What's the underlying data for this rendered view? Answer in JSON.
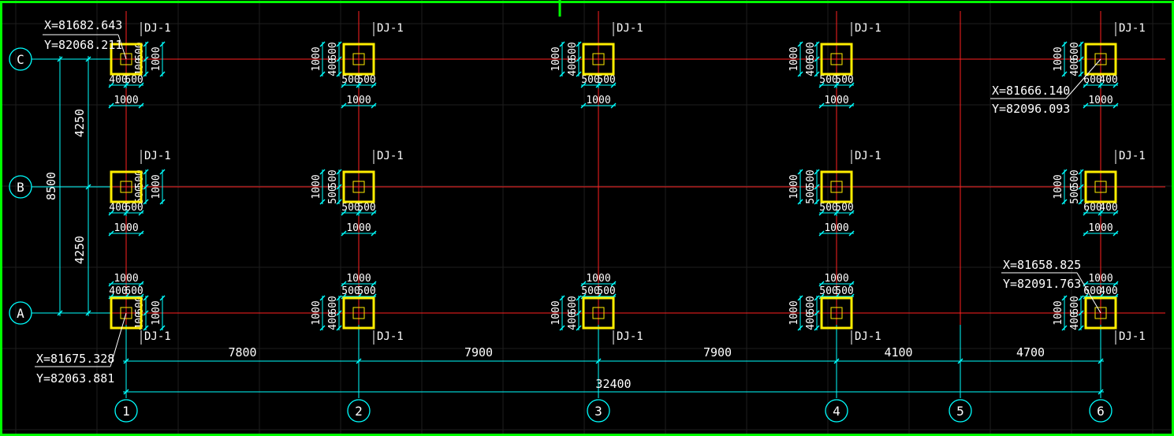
{
  "drawing": {
    "colors": {
      "background": "#000000",
      "grid_line": "#ff2020",
      "footing": "#ffee00",
      "dimension": "#00ffff",
      "annotation_text": "#ffffff",
      "grid_bubble": "#00ffff",
      "viewport_border": "#00ff00",
      "background_grid": "#1e1e1e"
    },
    "footing_label": "DJ-1",
    "axes_rows": [
      {
        "id": "row-C",
        "label": "C"
      },
      {
        "id": "row-B",
        "label": "B"
      },
      {
        "id": "row-A",
        "label": "A"
      }
    ],
    "axes_cols": [
      {
        "id": "col-1",
        "label": "1"
      },
      {
        "id": "col-2",
        "label": "2"
      },
      {
        "id": "col-3",
        "label": "3"
      },
      {
        "id": "col-4",
        "label": "4"
      },
      {
        "id": "col-5",
        "label": "5"
      },
      {
        "id": "col-6",
        "label": "6"
      }
    ],
    "row_spacings": [
      "4250",
      "4250"
    ],
    "row_total": "8500",
    "col_spacings": [
      "7800",
      "7900",
      "7900",
      "4100",
      "4700"
    ],
    "col_total": "32400",
    "footings": [
      {
        "id": "C1",
        "row": "row-C",
        "col": "col-1",
        "top_dims": [],
        "bottom_dims": [
          "400",
          "600",
          "1000"
        ],
        "right_dims": [
          "600",
          "400",
          "1000"
        ],
        "left_dims": []
      },
      {
        "id": "C2",
        "row": "row-C",
        "col": "col-2",
        "top_dims": [],
        "bottom_dims": [
          "500",
          "500",
          "1000"
        ],
        "right_dims": [],
        "left_dims": [
          "1000",
          "600",
          "400"
        ]
      },
      {
        "id": "C3",
        "row": "row-C",
        "col": "col-3",
        "top_dims": [],
        "bottom_dims": [
          "500",
          "500",
          "1000"
        ],
        "right_dims": [],
        "left_dims": [
          "1000",
          "600",
          "400"
        ]
      },
      {
        "id": "C4",
        "row": "row-C",
        "col": "col-4",
        "top_dims": [],
        "bottom_dims": [
          "500",
          "500",
          "1000"
        ],
        "right_dims": [],
        "left_dims": [
          "1000",
          "600",
          "400"
        ]
      },
      {
        "id": "C6",
        "row": "row-C",
        "col": "col-6",
        "top_dims": [],
        "bottom_dims": [
          "600",
          "400",
          "1000"
        ],
        "right_dims": [],
        "left_dims": [
          "1000",
          "600",
          "400"
        ]
      },
      {
        "id": "B1",
        "row": "row-B",
        "col": "col-1",
        "top_dims": [],
        "bottom_dims": [
          "400",
          "600",
          "1000"
        ],
        "right_dims": [
          "500",
          "500",
          "1000"
        ],
        "left_dims": []
      },
      {
        "id": "B2",
        "row": "row-B",
        "col": "col-2",
        "top_dims": [],
        "bottom_dims": [
          "500",
          "500",
          "1000"
        ],
        "right_dims": [],
        "left_dims": [
          "1000",
          "500",
          "500"
        ]
      },
      {
        "id": "B4",
        "row": "row-B",
        "col": "col-4",
        "top_dims": [],
        "bottom_dims": [
          "500",
          "500",
          "1000"
        ],
        "right_dims": [],
        "left_dims": [
          "1000",
          "500",
          "500"
        ]
      },
      {
        "id": "B6",
        "row": "row-B",
        "col": "col-6",
        "top_dims": [],
        "bottom_dims": [
          "600",
          "400",
          "1000"
        ],
        "right_dims": [],
        "left_dims": [
          "1000",
          "500",
          "500"
        ]
      },
      {
        "id": "A1",
        "row": "row-A",
        "col": "col-1",
        "top_dims": [
          "1000",
          "400",
          "600"
        ],
        "bottom_dims": [],
        "right_dims": [
          "600",
          "400",
          "1000"
        ],
        "left_dims": []
      },
      {
        "id": "A2",
        "row": "row-A",
        "col": "col-2",
        "top_dims": [
          "1000",
          "500",
          "500"
        ],
        "bottom_dims": [],
        "right_dims": [],
        "left_dims": [
          "1000",
          "600",
          "400"
        ]
      },
      {
        "id": "A3",
        "row": "row-A",
        "col": "col-3",
        "top_dims": [
          "1000",
          "500",
          "500"
        ],
        "bottom_dims": [],
        "right_dims": [],
        "left_dims": [
          "1000",
          "600",
          "400"
        ]
      },
      {
        "id": "A4",
        "row": "row-A",
        "col": "col-4",
        "top_dims": [
          "1000",
          "500",
          "500"
        ],
        "bottom_dims": [],
        "right_dims": [],
        "left_dims": [
          "1000",
          "600",
          "400"
        ]
      },
      {
        "id": "A6",
        "row": "row-A",
        "col": "col-6",
        "top_dims": [
          "1000",
          "600",
          "400"
        ],
        "bottom_dims": [],
        "right_dims": [],
        "left_dims": [
          "1000",
          "600",
          "400"
        ]
      }
    ],
    "coordinates": [
      {
        "id": "coord-C1",
        "x": "X=81682.643",
        "y": "Y=82068.211"
      },
      {
        "id": "coord-C6",
        "x": "X=81666.140",
        "y": "Y=82096.093"
      },
      {
        "id": "coord-A6",
        "x": "X=81658.825",
        "y": "Y=82091.763"
      },
      {
        "id": "coord-A1",
        "x": "X=81675.328",
        "y": "Y=82063.881"
      }
    ]
  }
}
